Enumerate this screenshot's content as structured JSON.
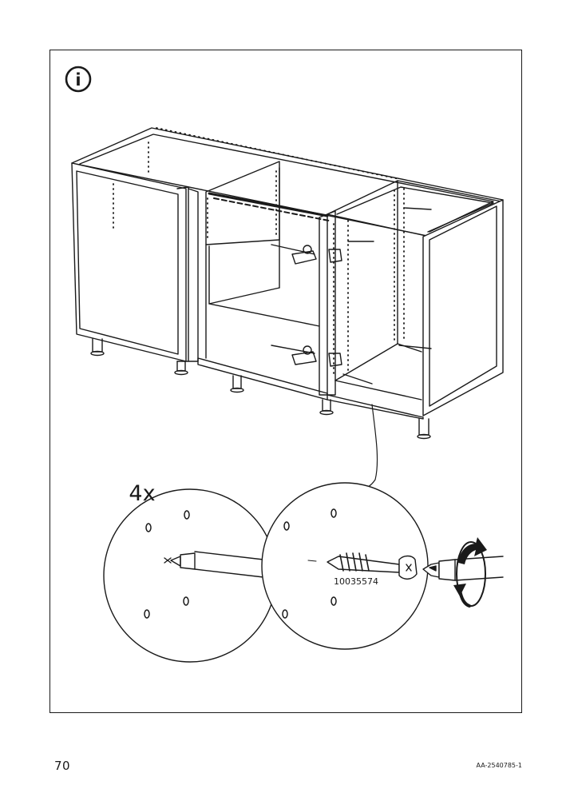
{
  "info_icon_glyph": "i",
  "quantity": "4x",
  "part_number": "10035574",
  "page_number": "70",
  "document_code": "AA-2540785-1",
  "icons": [
    "info-icon",
    "rotate-clockwise-icon",
    "screwdriver-icon",
    "screw-icon"
  ]
}
